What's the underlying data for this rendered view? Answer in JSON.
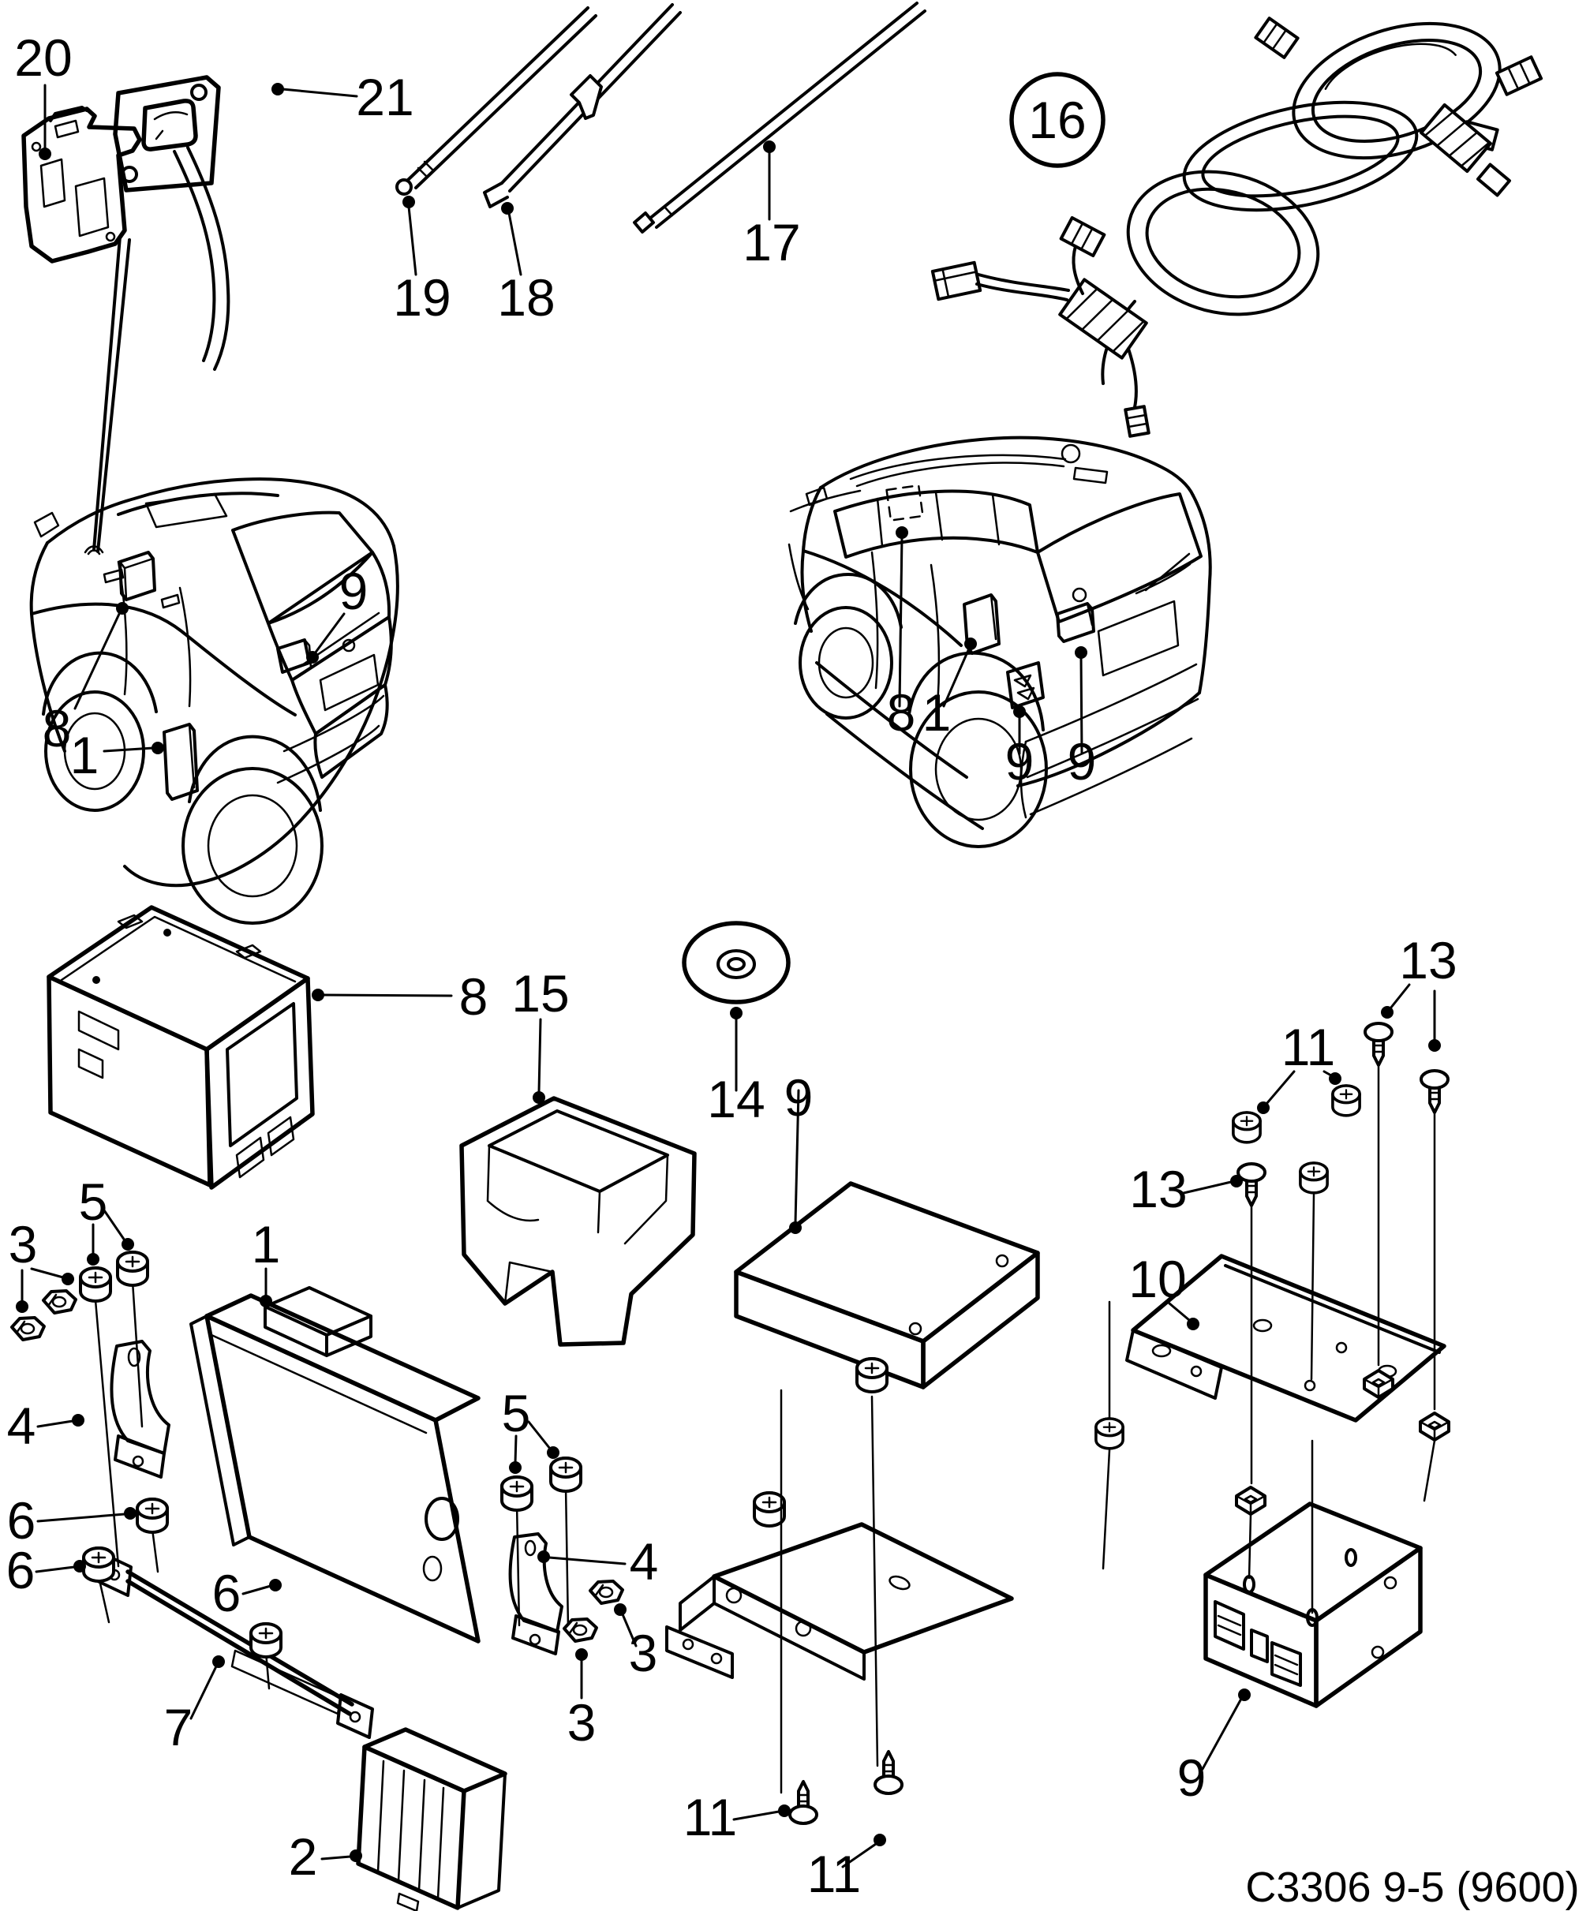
{
  "diagram": {
    "code": "C3306 9-5 (9600)",
    "line_color": "#000000",
    "background_color": "#ffffff"
  },
  "callouts": {
    "c20": {
      "label": "20"
    },
    "c21": {
      "label": "21"
    },
    "c19": {
      "label": "19"
    },
    "c18": {
      "label": "18"
    },
    "c17": {
      "label": "17"
    },
    "c16": {
      "label": "16"
    },
    "c8_sedan": {
      "label": "8"
    },
    "c1_sedan": {
      "label": "1"
    },
    "c9_sedan": {
      "label": "9"
    },
    "c8_wagon": {
      "label": "8"
    },
    "c1_wagon": {
      "label": "1"
    },
    "c9_wagon_bumper": {
      "label": "9"
    },
    "c9_wagon_hatch": {
      "label": "9"
    },
    "c8_radio": {
      "label": "8"
    },
    "c15": {
      "label": "15"
    },
    "c14": {
      "label": "14"
    },
    "c9_mid": {
      "label": "9"
    },
    "c5_top": {
      "label": "5"
    },
    "c3_topleft": {
      "label": "3"
    },
    "c1_module": {
      "label": "1"
    },
    "c4_left": {
      "label": "4"
    },
    "c6_a": {
      "label": "6"
    },
    "c6_b": {
      "label": "6"
    },
    "c6_c": {
      "label": "6"
    },
    "c5_right": {
      "label": "5"
    },
    "c4_right": {
      "label": "4"
    },
    "c3_right1": {
      "label": "3"
    },
    "c3_right2": {
      "label": "3"
    },
    "c7": {
      "label": "7"
    },
    "c2": {
      "label": "2"
    },
    "c11_mid_a": {
      "label": "11"
    },
    "c11_mid_b": {
      "label": "11"
    },
    "c13_top": {
      "label": "13"
    },
    "c11_right": {
      "label": "11"
    },
    "c13_left": {
      "label": "13"
    },
    "c10": {
      "label": "10"
    },
    "c9_right": {
      "label": "9"
    }
  }
}
